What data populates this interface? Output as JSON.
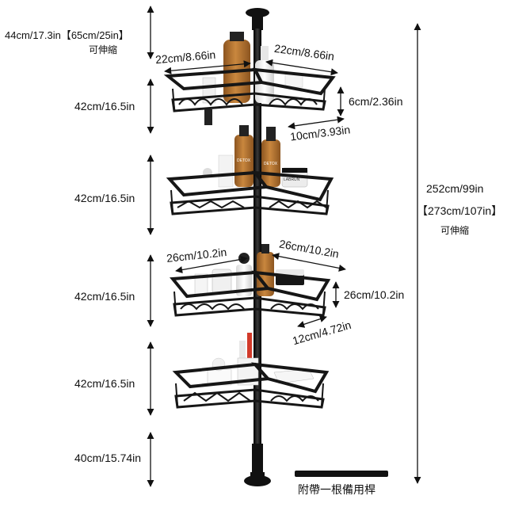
{
  "labels": {
    "top_height": "44cm/17.3in【65cm/25in】",
    "top_telescopic": "可伸縮",
    "shelf_left_width": "22cm/8.66in",
    "shelf_right_width": "22cm/8.66in",
    "rail_height": "6cm/2.36in",
    "shelf_front_depth": "10cm/3.93in",
    "gap_1": "42cm/16.5in",
    "gap_2": "42cm/16.5in",
    "gap_3": "42cm/16.5in",
    "gap_4": "42cm/16.5in",
    "bottom_height": "40cm/15.74in",
    "large_shelf_left_width": "26cm/10.2in",
    "large_shelf_right_width": "26cm/10.2in",
    "large_shelf_depth": "26cm/10.2in",
    "large_shelf_front_depth": "12cm/4.72in",
    "total_height": "252cm/99in",
    "total_height_max": "【273cm/107in】",
    "total_telescopic": "可伸縮",
    "extra_pole_note": "附帶一根備用桿"
  },
  "bottle_text": {
    "detox_1": "DETOX",
    "detox_2": "DETOX",
    "labrun": "LABRUN"
  },
  "colors": {
    "frame": "#161616",
    "bottle_amber": "#b3732f",
    "bottle_white": "#f2f2f2",
    "arrow": "#111111"
  }
}
